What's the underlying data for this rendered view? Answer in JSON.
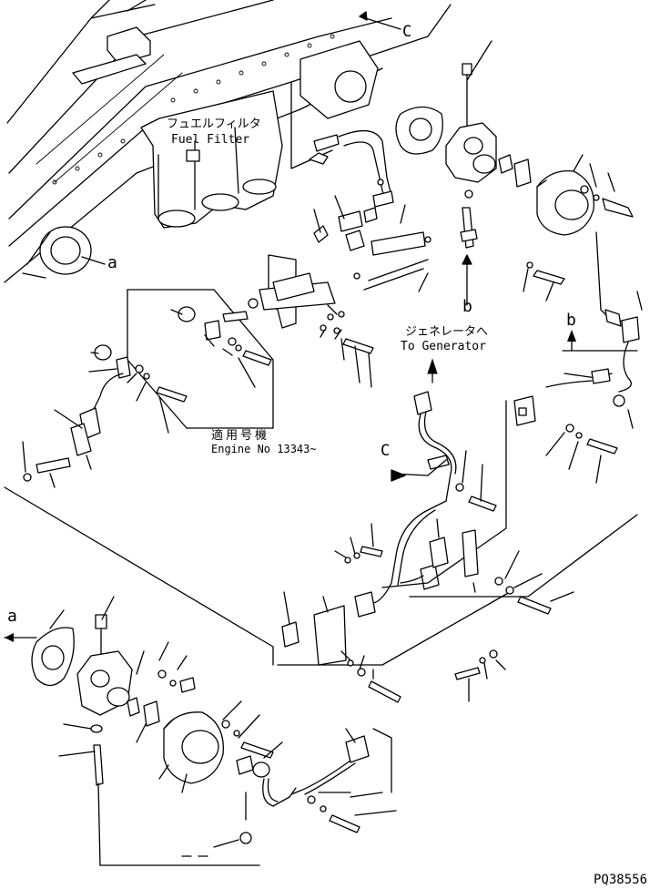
{
  "labels": {
    "fuel_filter_jp": "フュエルフィルタ",
    "fuel_filter_en": "Fuel Filter",
    "to_generator_jp": "ジェネレータへ",
    "to_generator_en": "To Generator",
    "applicable_jp": "適用号機",
    "engine_no": "Engine No 13343~",
    "drawing_no": "PQ38556"
  },
  "callouts": {
    "a": "a",
    "b": "b",
    "c": "C"
  }
}
